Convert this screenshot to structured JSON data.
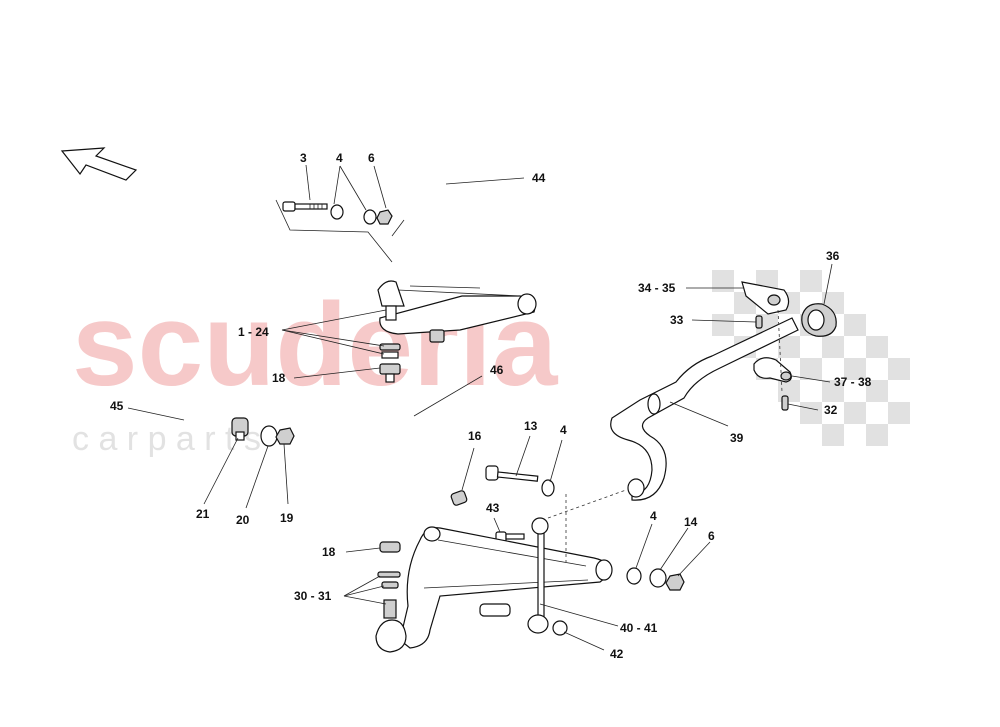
{
  "watermark": {
    "brand": "scuderia",
    "tagline": "c a r   p a r t s"
  },
  "labels": {
    "l3": "3",
    "l4a": "4",
    "l6a": "6",
    "l44": "44",
    "l1_24": "1 - 24",
    "l18a": "18",
    "l46": "46",
    "l45": "45",
    "l21": "21",
    "l20": "20",
    "l19": "19",
    "l16": "16",
    "l13": "13",
    "l4b": "4",
    "l43": "43",
    "l18b": "18",
    "l30_31": "30 - 31",
    "l4c": "4",
    "l14": "14",
    "l6b": "6",
    "l40_41": "40 - 41",
    "l42": "42",
    "l39": "39",
    "l34_35": "34 - 35",
    "l33": "33",
    "l36": "36",
    "l37_38": "37 - 38",
    "l32": "32"
  },
  "icons": {
    "direction_arrow": "arrow-up-left-icon",
    "flag": "checkered-flag-icon"
  },
  "colors": {
    "watermark_red": "#f6c9c9",
    "watermark_grey": "#e2e2e2",
    "line": "#222222"
  }
}
